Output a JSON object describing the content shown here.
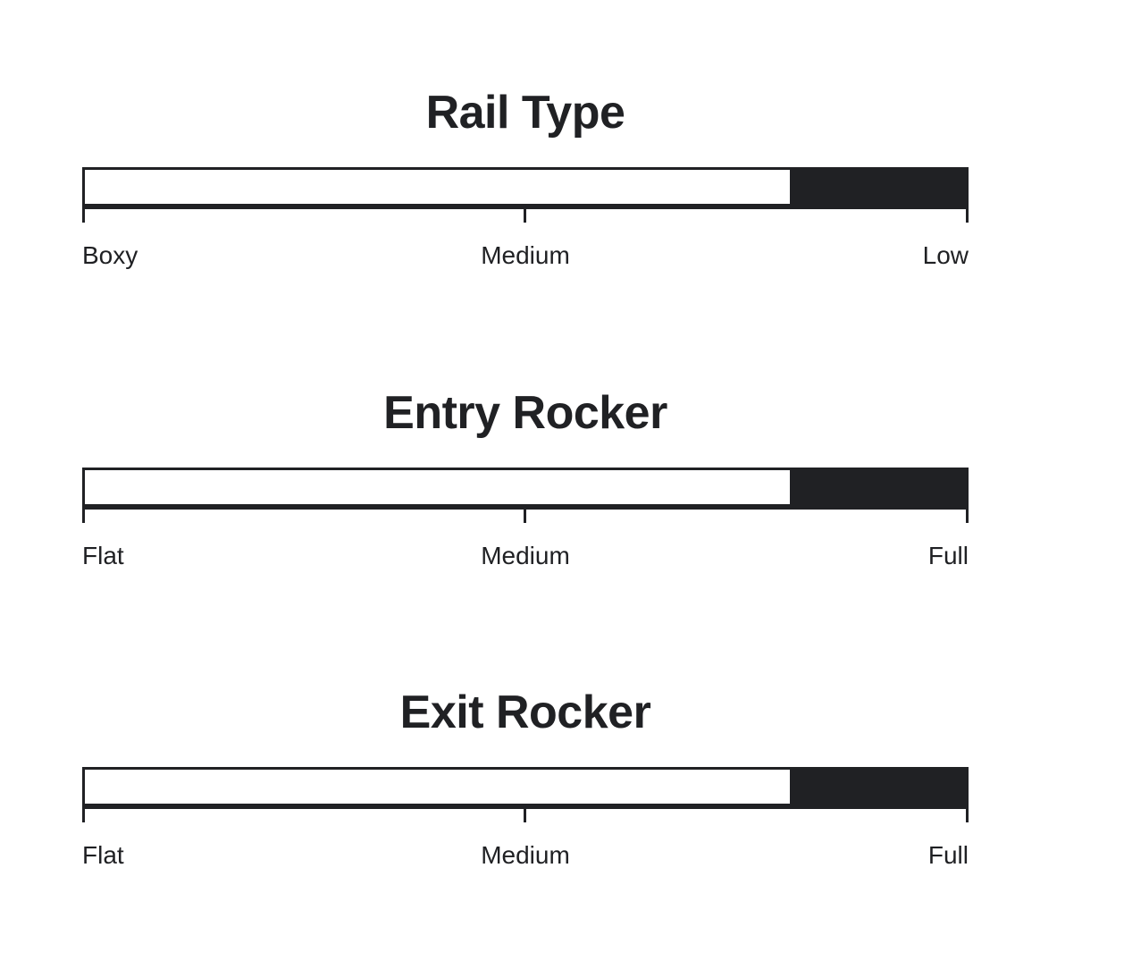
{
  "theme": {
    "background": "#ffffff",
    "ink": "#202124",
    "fill_color": "#202124",
    "track_color": "#ffffff",
    "label_color": "#1f2023"
  },
  "chart_data": {
    "type": "bar",
    "title": "",
    "orientation": "horizontal",
    "grid": false,
    "legend": null,
    "xlim": [
      0,
      100
    ],
    "panels": [
      {
        "title": "Rail Type",
        "value": 89,
        "fill_start_percent": 80,
        "fill_end_percent": 100,
        "categories": [
          "Boxy",
          "Medium",
          "Low"
        ],
        "tick_positions": [
          0,
          50,
          100
        ],
        "labels": {
          "left": "Boxy",
          "center": "Medium",
          "right": "Low"
        }
      },
      {
        "title": "Entry Rocker",
        "value": 89,
        "fill_start_percent": 80,
        "fill_end_percent": 100,
        "categories": [
          "Flat",
          "Medium",
          "Full"
        ],
        "tick_positions": [
          0,
          50,
          100
        ],
        "labels": {
          "left": "Flat",
          "center": "Medium",
          "right": "Full"
        }
      },
      {
        "title": "Exit Rocker",
        "value": 89,
        "fill_start_percent": 80,
        "fill_end_percent": 100,
        "categories": [
          "Flat",
          "Medium",
          "Full"
        ],
        "tick_positions": [
          0,
          50,
          100
        ],
        "labels": {
          "left": "Flat",
          "center": "Medium",
          "right": "Full"
        }
      }
    ]
  }
}
